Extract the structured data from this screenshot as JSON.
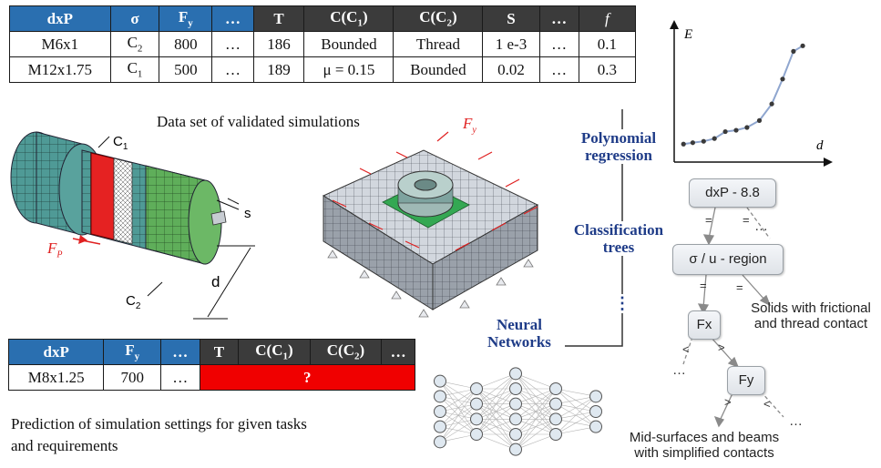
{
  "top_table": {
    "headers": [
      "dxP",
      "σ",
      "F",
      "…",
      "T",
      "C(C",
      "C(C",
      "S",
      "…",
      "f"
    ],
    "header_subscripts": [
      "",
      "",
      "y",
      "",
      "",
      "1",
      "2",
      "",
      "",
      ""
    ],
    "header_suffix": [
      "",
      "",
      "",
      "",
      "",
      ")",
      ")",
      "",
      "",
      ""
    ],
    "rows": [
      [
        "M6x1",
        "C",
        "800",
        "…",
        "186",
        "Bounded",
        "Thread",
        "1 e-3",
        "…",
        "0.1"
      ],
      [
        "M12x1.75",
        "C",
        "500",
        "…",
        "189",
        "μ = 0.15",
        "Bounded",
        "0.02",
        "…",
        "0.3"
      ]
    ],
    "row_sigma_subscripts": [
      "2",
      "1"
    ],
    "caption": "Data set of validated simulations"
  },
  "bottom_table": {
    "headers": [
      "dxP",
      "F",
      "…",
      "T",
      "C(C",
      "C(C",
      "…"
    ],
    "header_subscripts": [
      "",
      "y",
      "",
      "",
      "1",
      "2",
      ""
    ],
    "header_suffix": [
      "",
      "",
      "",
      "",
      ")",
      ")",
      ""
    ],
    "row": [
      "M8x1.25",
      "700",
      "…"
    ],
    "unknown": "?",
    "caption_line1": "Prediction of simulation settings for given tasks",
    "caption_line2": "and requirements"
  },
  "bolt_labels": {
    "c1": "C",
    "c1_sub": "1",
    "c2": "C",
    "c2_sub": "2",
    "fp": "F",
    "fp_sub": "P",
    "s": "s",
    "d": "d"
  },
  "block_labels": {
    "fy": "F",
    "fy_sub": "y"
  },
  "methods": {
    "polynomial": [
      "Polynomial",
      "regression"
    ],
    "classification": [
      "Classification",
      "trees"
    ],
    "dots": "⋮",
    "neural": [
      "Neural",
      "Networks"
    ]
  },
  "regression_plot": {
    "y_label": "E",
    "x_label": "d",
    "points_fraction": [
      [
        0.06,
        0.13
      ],
      [
        0.12,
        0.14
      ],
      [
        0.19,
        0.15
      ],
      [
        0.26,
        0.17
      ],
      [
        0.33,
        0.22
      ],
      [
        0.4,
        0.23
      ],
      [
        0.47,
        0.25
      ],
      [
        0.55,
        0.3
      ],
      [
        0.63,
        0.42
      ],
      [
        0.7,
        0.6
      ],
      [
        0.77,
        0.8
      ],
      [
        0.83,
        0.84
      ]
    ]
  },
  "decision_tree": {
    "node1": "dxP - 8.8",
    "node2": "σ / u - region",
    "node3": "Fx",
    "node4": "Fy",
    "eq": "=",
    "dots": "…",
    "lt": "<",
    "gt": ">",
    "leaf_solids": [
      "Solids with frictional",
      "and thread contact"
    ],
    "leaf_mid": [
      "Mid-surfaces and beams",
      "with simplified contacts"
    ]
  },
  "colors": {
    "header_blue": "#2a6fb0",
    "header_dark": "#3b3b3b",
    "unknown_red": "#f00000",
    "method_blue": "#1f3c88",
    "force_red": "#e02020"
  }
}
